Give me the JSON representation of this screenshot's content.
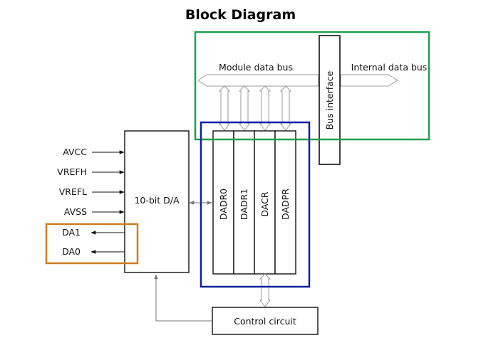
{
  "title": "Block Diagram",
  "buses": {
    "module_data_bus": "Module data bus",
    "internal_data_bus": "Internal data bus",
    "bus_interface": "Bus interface"
  },
  "converter": {
    "label": "10-bit D/A",
    "inputs": [
      "AVCC",
      "VREFH",
      "VREFL",
      "AVSS"
    ],
    "outputs": [
      "DA1",
      "DA0"
    ]
  },
  "registers": [
    "DADR0",
    "DADR1",
    "DACR",
    "DADPR"
  ],
  "control": {
    "label": "Control circuit"
  },
  "highlight_colors": {
    "bus_region": "#1f9e4f",
    "register_region": "#0d1fa0",
    "output_region": "#d07a22"
  }
}
